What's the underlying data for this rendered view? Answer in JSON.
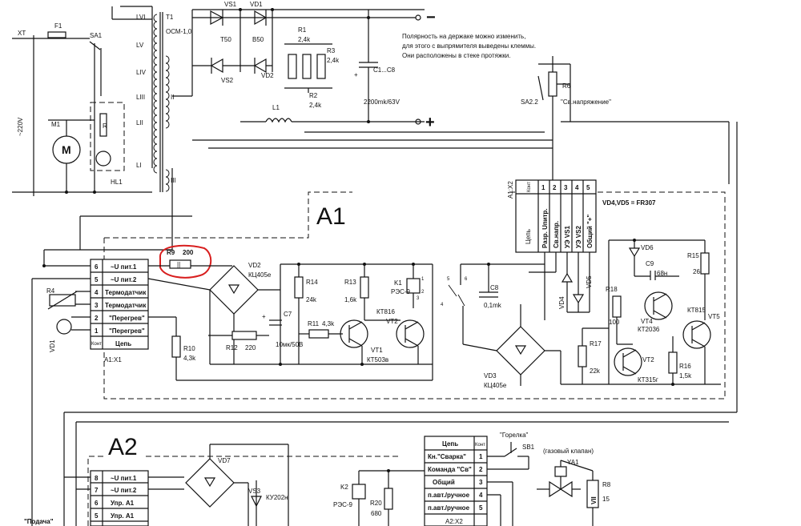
{
  "power": {
    "xt": "XT",
    "f1": "F1",
    "sa1": "SA1",
    "mains": "~220V",
    "m1": "M1",
    "motor_symbol": "M",
    "r": "R",
    "hl1": "HL1"
  },
  "transformer": {
    "t1": "T1",
    "model": "ОСМ-1,0",
    "windings": [
      "LVI",
      "LV",
      "LIV",
      "LIII",
      "LII",
      "LI"
    ],
    "secondary": "II",
    "aux": "III"
  },
  "rectifier": {
    "vs1": "VS1",
    "vs_model": "T50",
    "vd1": "VD1",
    "vd_model": "B50",
    "vs2": "VS2",
    "vd2": "VD2",
    "l1": "L1",
    "r1": "R1",
    "r1_val": "2,4k",
    "r2": "R2",
    "r2_val": "2,4k",
    "r3": "R3",
    "r3_val": "2,4k",
    "c1c8": "C1...C8",
    "c1c8_val": "2200mk/63V",
    "minus": "−",
    "plus": "+",
    "note": [
      "Полярность на держаке можно изменить,",
      "для этого с выпрямителя выведены клеммы.",
      "Они расположены в стеке протяжки."
    ]
  },
  "control": {
    "r6": "R6",
    "sa22": "SA2.2",
    "sv_voltage": "\"Св.напряжение\""
  },
  "a1": {
    "title": "A1",
    "x2_label": "A1:X2",
    "x2_header_cell": "Цепь",
    "x2_header_cont": "Конт",
    "x2_rows": [
      {
        "n": "1",
        "label": "Разр. Uпитр."
      },
      {
        "n": "2",
        "label": "Св.напр."
      },
      {
        "n": "3",
        "label": "УЭ VS1"
      },
      {
        "n": "4",
        "label": "УЭ VS2"
      },
      {
        "n": "5",
        "label": "Общий \"+\""
      }
    ],
    "vd45_note": "VD4,VD5 = FR307",
    "x1_label": "A1:X1",
    "x1_header_cell": "Цепь",
    "x1_header_cont": "Конт",
    "x1_rows": [
      {
        "n": "6",
        "label": "~U пит.1"
      },
      {
        "n": "5",
        "label": "~U пит.2"
      },
      {
        "n": "4",
        "label": "Термодатчик"
      },
      {
        "n": "3",
        "label": "Термодатчик"
      },
      {
        "n": "2",
        "label": "\"Перегрев\""
      },
      {
        "n": "1",
        "label": "\"Перегрев\""
      }
    ],
    "r4": "R4",
    "vd1": "VD1",
    "r9": "R9",
    "r9_val": "200",
    "r9_mark": "||",
    "vd2": "VD2",
    "vd2_model": "КЦ405е",
    "r14": "R14",
    "r14_val": "24k",
    "r13": "R13",
    "r13_val": "1,6k",
    "k1": "K1",
    "k1_model": "РЭС-9",
    "k1_contacts": [
      "1",
      "2",
      "3",
      "4",
      "5",
      "6"
    ],
    "c7": "C7",
    "c7_val": "10мк/50В",
    "r11": "R11",
    "r11_val": "4,3k",
    "vt1": "VT1",
    "vt1_model": "КТ503в",
    "vt2": "VT2",
    "vt2_model": "КТ816",
    "r12": "R12",
    "r12_val": "220",
    "r10": "R10",
    "r10_val": "4,3k",
    "c8": "C8",
    "c8_val": "0,1mk",
    "vd3": "VD3",
    "vd3_model": "КЦ405е",
    "vd4": "VD4",
    "vd5": "VD5",
    "vd6": "VD6",
    "c9": "C9",
    "c9_val": "68н",
    "r15": "R15",
    "r15_val": "26",
    "r18": "R18",
    "r18_val": "100",
    "vt4": "VT4",
    "vt4_model": "КТ2036",
    "vt5": "VT5",
    "vt5_model": "КТ815",
    "r17": "R17",
    "r17_val": "22k",
    "vt2b": "VT2",
    "vt2b_model": "КТ315г",
    "r16": "R16",
    "r16_val": "1,5k"
  },
  "a2": {
    "title": "A2",
    "vd7": "VD7",
    "vs3": "VS3",
    "vs3_model": "КУ202н",
    "k2": "K2",
    "k2_model": "РЭС-9",
    "r20": "R20",
    "r20_val": "680",
    "feed": "\"Подача\"",
    "x1_rows": [
      {
        "n": "8",
        "label": "~U пит.1"
      },
      {
        "n": "7",
        "label": "~U пит.2"
      },
      {
        "n": "6",
        "label": "Упр. A1"
      },
      {
        "n": "5",
        "label": "Упр. A1"
      }
    ],
    "x2_label": "A2:X2",
    "x2_header_cell": "Цепь",
    "x2_header_cont": "Конт",
    "x2_rows": [
      {
        "n": "1",
        "label": "Кн.\"Сварка\""
      },
      {
        "n": "2",
        "label": "Команда \"Св\""
      },
      {
        "n": "3",
        "label": "Общий"
      },
      {
        "n": "4",
        "label": "п.авт./ручное"
      },
      {
        "n": "5",
        "label": "п.авт./ручное"
      }
    ],
    "torch": "\"Горелка\"",
    "sb1": "SB1",
    "gas_valve": "(газовый клапан)",
    "ya1": "YA1",
    "r8": "R8",
    "r8_val": "15",
    "vii": "VII"
  }
}
